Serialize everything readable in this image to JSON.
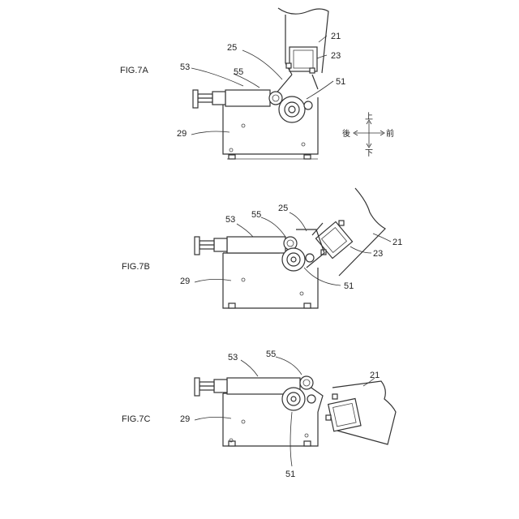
{
  "figures": {
    "a": {
      "title": "FIG.7A",
      "labels": {
        "l21": "21",
        "l23": "23",
        "l25": "25",
        "l51": "51",
        "l53": "53",
        "l55": "55",
        "l29": "29"
      }
    },
    "b": {
      "title": "FIG.7B",
      "labels": {
        "l21": "21",
        "l23": "23",
        "l25": "25",
        "l51": "51",
        "l53": "53",
        "l55": "55",
        "l29": "29"
      }
    },
    "c": {
      "title": "FIG.7C",
      "labels": {
        "l21": "21",
        "l51": "51",
        "l53": "53",
        "l55": "55",
        "l29": "29"
      }
    }
  },
  "compass": {
    "up": "上",
    "down": "下",
    "back": "後",
    "front": "前"
  }
}
